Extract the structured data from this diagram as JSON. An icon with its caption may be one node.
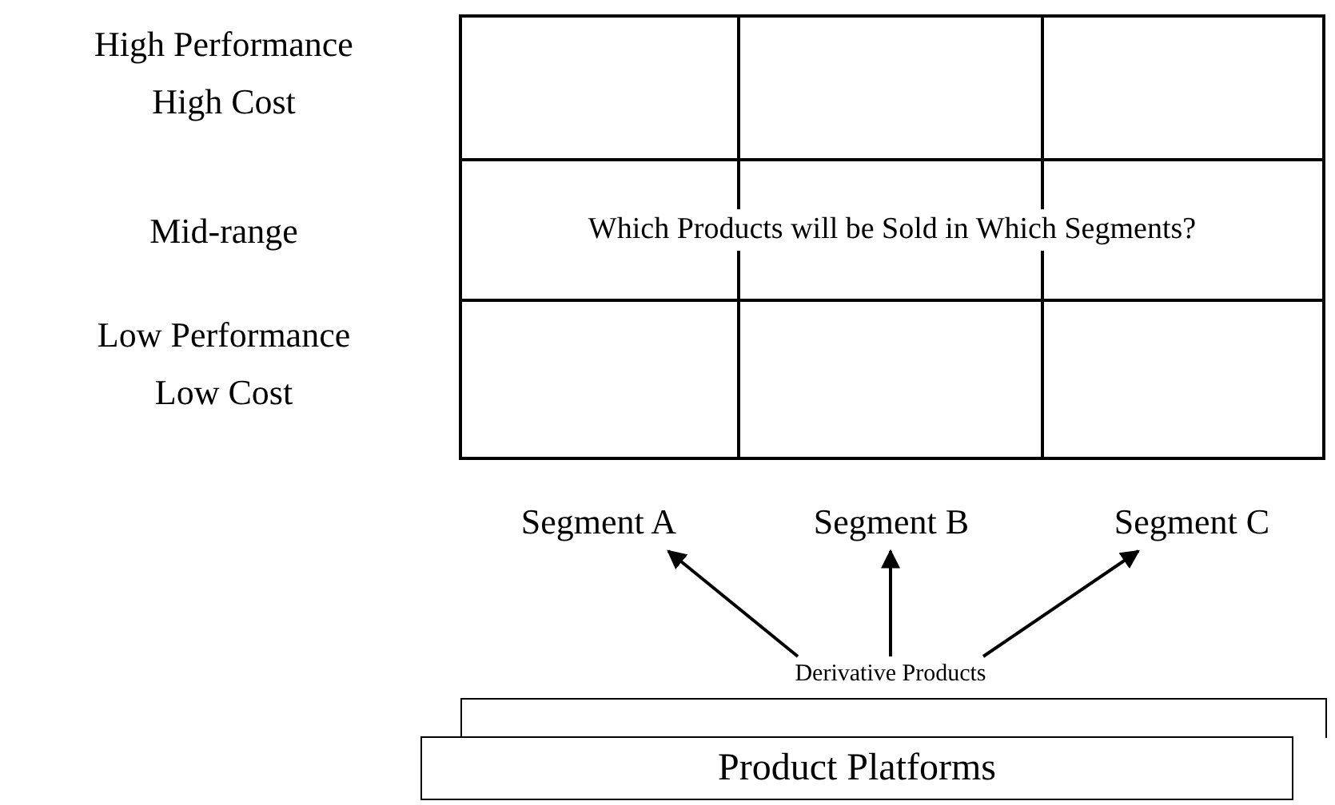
{
  "diagram": {
    "nodes": [
      {
        "text": [
          "Segment A"
        ]
      },
      {
        "text": [
          "Segment B"
        ]
      },
      {
        "text": [
          "Segment C"
        ]
      },
      {
        "text": [
          "Derivative Products"
        ]
      },
      {
        "text": [],
        "shape": "box"
      },
      {
        "text": [
          "Product Platforms"
        ]
      }
    ],
    "edges": [
      {
        "from": 3,
        "to": 0,
        "arrow": "to"
      },
      {
        "from": 3,
        "to": 1,
        "arrow": "to"
      },
      {
        "from": 3,
        "to": 2,
        "arrow": "to"
      }
    ],
    "labels": [
      "High Performance High Cost",
      "Mid-range",
      "Low Performance Low Cost",
      "Which Products will be Sold in Which Segments?"
    ]
  }
}
